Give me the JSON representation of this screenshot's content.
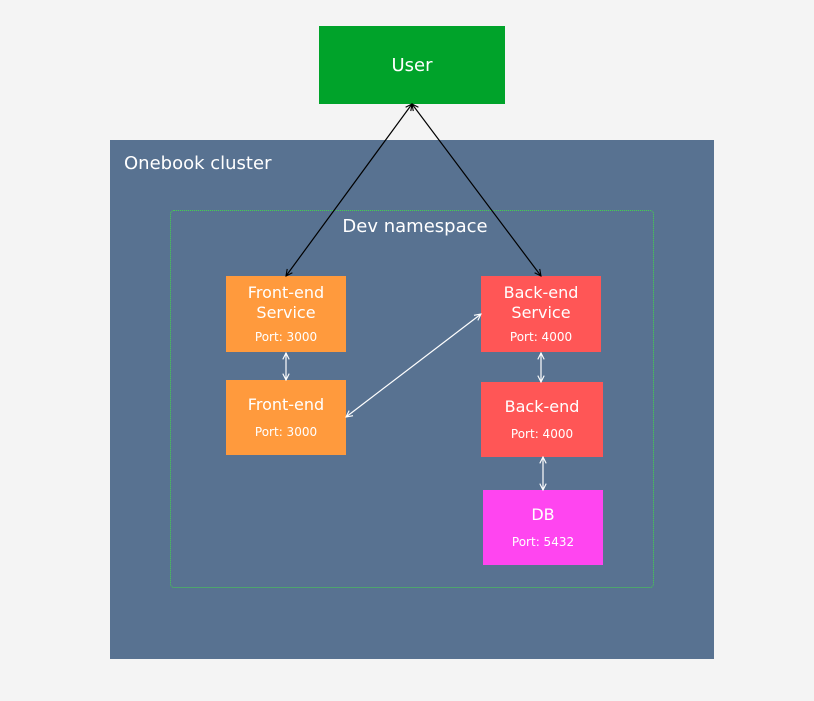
{
  "colors": {
    "page_background": "#f4f4f4",
    "user": "#00a32a",
    "cluster": "#587291",
    "namespace_border": "#43d64b",
    "frontend": "#ff9a3d",
    "backend": "#ff5656",
    "db": "#ff45f0",
    "edge_black": "#000000",
    "edge_white": "#ffffff"
  },
  "user": {
    "label": "User"
  },
  "cluster": {
    "label": "Onebook cluster"
  },
  "namespace": {
    "label": "Dev namespace"
  },
  "nodes": {
    "frontend_service": {
      "title_line1": "Front-end",
      "title_line2": "Service",
      "port": "Port: 3000"
    },
    "frontend": {
      "title": "Front-end",
      "port": "Port: 3000"
    },
    "backend_service": {
      "title_line1": "Back-end",
      "title_line2": "Service",
      "port": "Port: 4000"
    },
    "backend": {
      "title": "Back-end",
      "port": "Port: 4000"
    },
    "db": {
      "title": "DB",
      "port": "Port: 5432"
    }
  },
  "edges": [
    {
      "from": "user",
      "to": "frontend_service",
      "direction": "both",
      "color": "black"
    },
    {
      "from": "user",
      "to": "backend_service",
      "direction": "both",
      "color": "black"
    },
    {
      "from": "frontend_service",
      "to": "frontend",
      "direction": "both",
      "color": "white"
    },
    {
      "from": "frontend",
      "to": "backend_service",
      "direction": "both",
      "color": "white"
    },
    {
      "from": "backend_service",
      "to": "backend",
      "direction": "both",
      "color": "white"
    },
    {
      "from": "backend",
      "to": "db",
      "direction": "both",
      "color": "white"
    }
  ]
}
